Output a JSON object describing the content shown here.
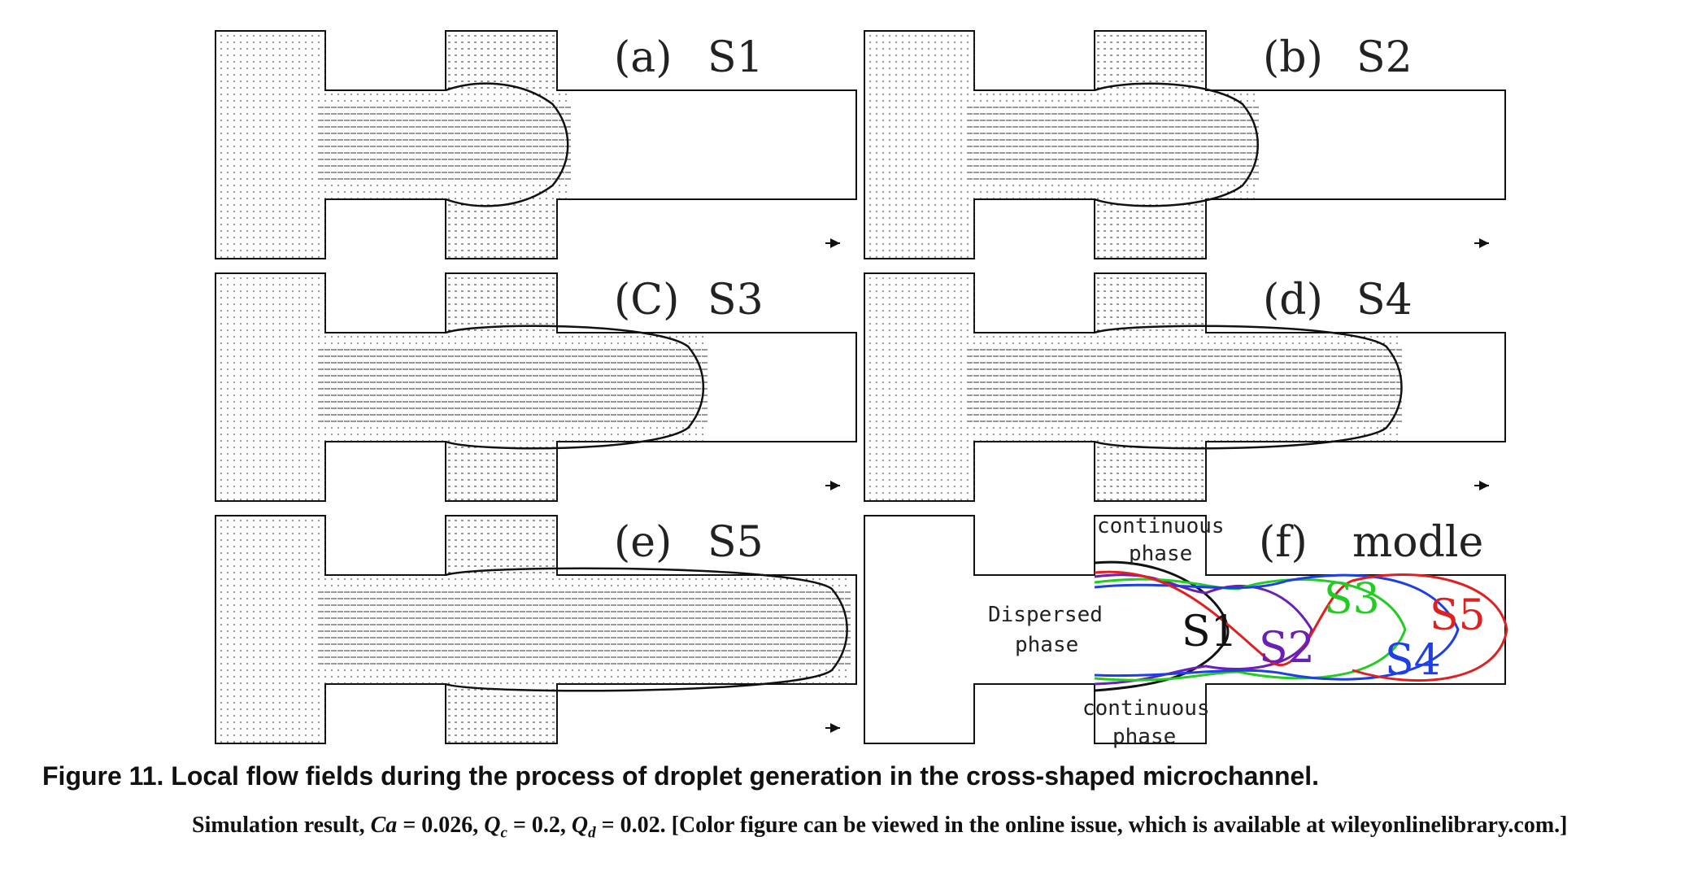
{
  "panels": [
    {
      "id": "a",
      "label": "(a)",
      "name": "S1",
      "droplet_extent": 0.3
    },
    {
      "id": "b",
      "label": "(b)",
      "name": "S2",
      "droplet_extent": 0.4
    },
    {
      "id": "c",
      "label": "(C)",
      "name": "S3",
      "droplet_extent": 0.63
    },
    {
      "id": "d",
      "label": "(d)",
      "name": "S4",
      "droplet_extent": 0.75
    },
    {
      "id": "e",
      "label": "(e)",
      "name": "S5",
      "droplet_extent": 0.98
    }
  ],
  "model_panel": {
    "label": "(f)",
    "name": "modle",
    "continuous_phase_top": [
      "continuous",
      "phase"
    ],
    "continuous_phase_bottom": [
      "continuous",
      "phase"
    ],
    "dispersed_phase": [
      "Dispersed",
      "phase"
    ],
    "stages": [
      {
        "name": "S1",
        "color": "#111111"
      },
      {
        "name": "S2",
        "color": "#6a1fb5"
      },
      {
        "name": "S3",
        "color": "#22cc22"
      },
      {
        "name": "S4",
        "color": "#1f3fe6"
      },
      {
        "name": "S5",
        "color": "#e02020"
      }
    ]
  },
  "caption": {
    "title": "Figure 11. Local flow fields during the process of droplet generation in the cross-shaped microchannel.",
    "lead": "Simulation result,",
    "ca_symbol": "Ca",
    "ca_value": "= 0.026,",
    "qc_symbol": "Q",
    "qc_sub": "c",
    "qc_value": "= 0.2,",
    "qd_symbol": "Q",
    "qd_sub": "d",
    "qd_value": "= 0.02.",
    "note": "[Color figure can be viewed in the online issue, which is available at wileyonlinelibrary.com.]"
  }
}
